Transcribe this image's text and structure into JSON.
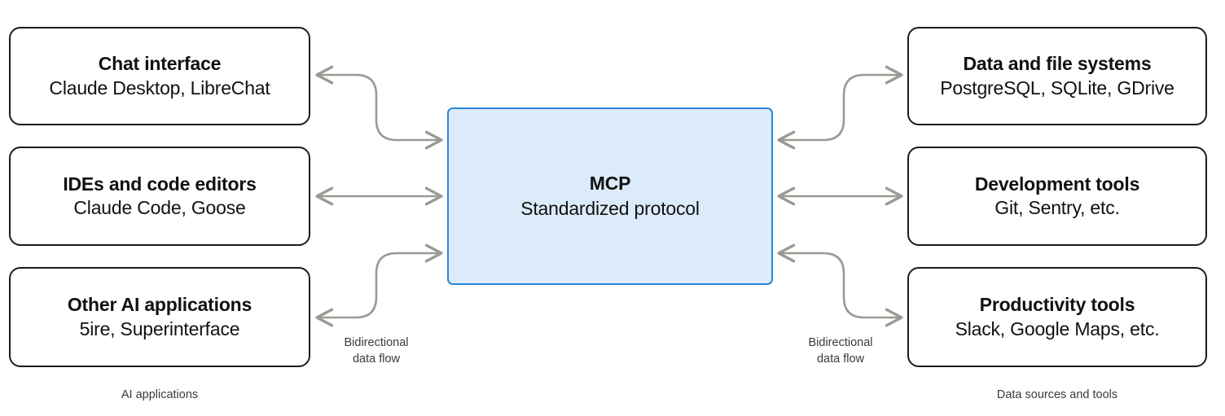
{
  "diagram": {
    "center": {
      "title": "MCP",
      "subtitle": "Standardized protocol",
      "fill_color": "#dcebfa",
      "border_color": "#2b86d6"
    },
    "connector_color": "#9a9a93",
    "node_border_color": "#1c1c1c",
    "left_group": {
      "caption": "AI applications",
      "flow_label_line1": "Bidirectional",
      "flow_label_line2": "data flow",
      "nodes": [
        {
          "title": "Chat interface",
          "subtitle": "Claude Desktop, LibreChat"
        },
        {
          "title": "IDEs and code editors",
          "subtitle": "Claude Code, Goose"
        },
        {
          "title": "Other AI applications",
          "subtitle": "5ire, Superinterface"
        }
      ]
    },
    "right_group": {
      "caption": "Data sources and tools",
      "flow_label_line1": "Bidirectional",
      "flow_label_line2": "data flow",
      "nodes": [
        {
          "title": "Data and file systems",
          "subtitle": "PostgreSQL, SQLite, GDrive"
        },
        {
          "title": "Development tools",
          "subtitle": "Git, Sentry, etc."
        },
        {
          "title": "Productivity tools",
          "subtitle": "Slack, Google Maps, etc."
        }
      ]
    }
  }
}
